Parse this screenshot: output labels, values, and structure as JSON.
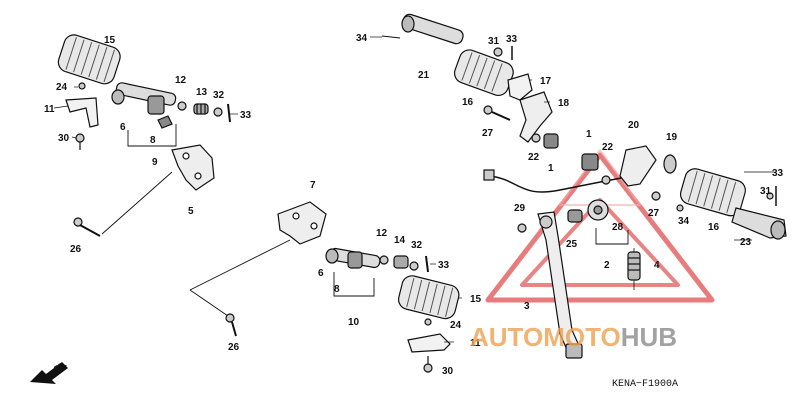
{
  "callouts": {
    "c15a": "15",
    "c24a": "24",
    "c11a": "11",
    "c30a": "30",
    "c6a": "6",
    "c12a": "12",
    "c13": "13",
    "c32a": "32",
    "c33a": "33",
    "c8a": "8",
    "c9": "9",
    "c5": "5",
    "c26a": "26",
    "c34a": "34",
    "c21": "21",
    "c31a": "31",
    "c33b": "33",
    "c17": "17",
    "c16a": "16",
    "c18": "18",
    "c27a": "27",
    "c22a": "22",
    "c1a": "1",
    "c1b": "1",
    "c22b": "22",
    "c20": "20",
    "c19": "19",
    "c33c": "33",
    "c31b": "31",
    "c29": "29",
    "c27b": "27",
    "c34b": "34",
    "c16b": "16",
    "c23": "23",
    "c25": "25",
    "c28": "28",
    "c2": "2",
    "c4": "4",
    "c3": "3",
    "c7": "7",
    "c12b": "12",
    "c14": "14",
    "c32b": "32",
    "c6b": "6",
    "c33d": "33",
    "c8b": "8",
    "c10": "10",
    "c15b": "15",
    "c24b": "24",
    "c11b": "11",
    "c30b": "30",
    "c26b": "26"
  },
  "diagram_code": "KENA−F1900A",
  "direction_label": "FR.",
  "watermark": {
    "part1": "AUTO",
    "part2": "MOTO",
    "part3": "HUB",
    "color_orange": "#f0a050",
    "color_gray": "#8c8c8c",
    "triangle_color": "#e05050"
  }
}
